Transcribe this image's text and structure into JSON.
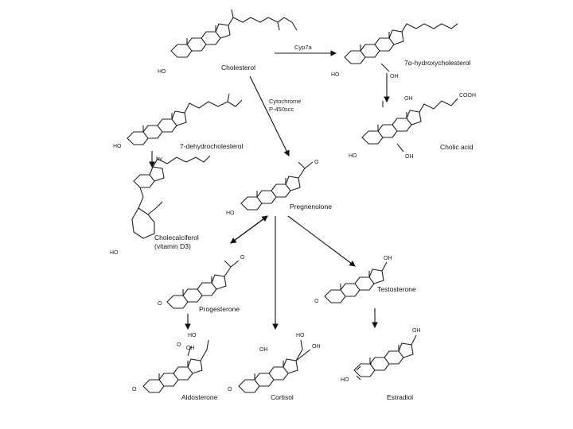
{
  "compounds": {
    "cholesterol": "Cholesterol",
    "hydroxycholesterol": "7α-hydroxycholesterol",
    "cholic_acid": "Cholic acid",
    "dehydrocholesterol": "7-dehydrocholesterol",
    "cholecalciferol_line1": "Cholecalciferol",
    "cholecalciferol_line2": "(vitamin D3)",
    "pregnenolone": "Pregnenolone",
    "progesterone": "Progesterone",
    "testosterone": "Testosterone",
    "aldosterone": "Aldosterone",
    "cortisol": "Cortisol",
    "estradiol": "Estradiol"
  },
  "enzymes": {
    "cyp7a": "Cyp7a",
    "cytochrome_line1": "Cytochrome",
    "cytochrome_line2": "P-450scc",
    "hv": "hv"
  },
  "groups": {
    "ho": "HO",
    "oh": "OH",
    "cooh": "COOH",
    "o": "O"
  }
}
